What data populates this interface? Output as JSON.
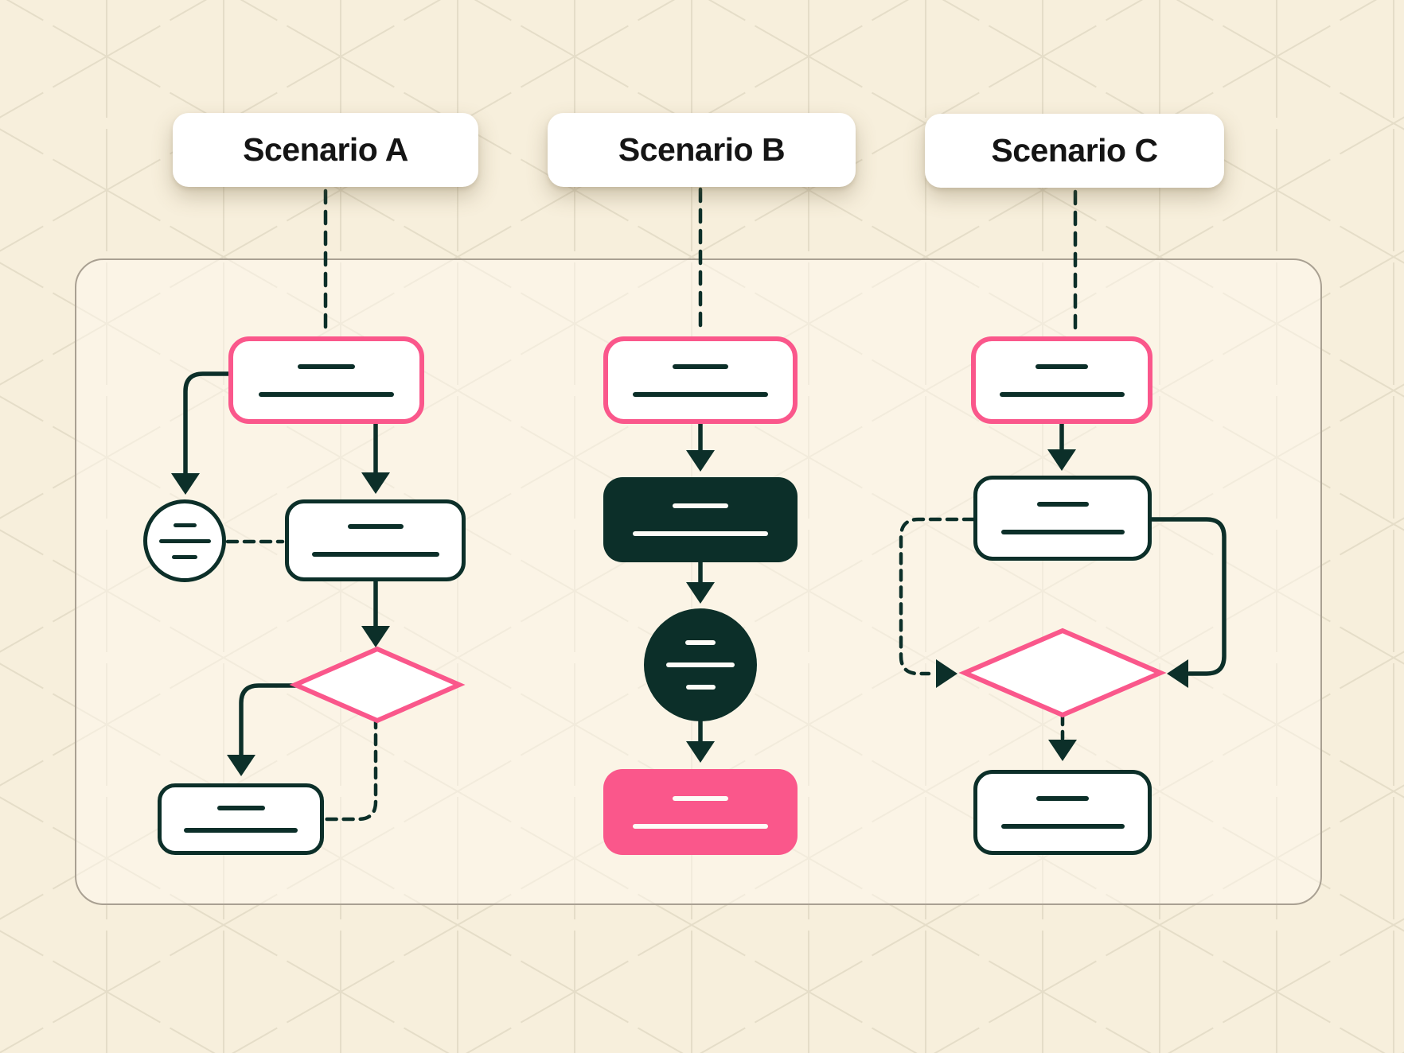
{
  "title": "Flowchart scenarios illustration",
  "scenarios": [
    {
      "label": "Scenario A",
      "nodes": [
        "start-pink-outline",
        "annotation-circle",
        "process-box",
        "decision-diamond",
        "end-box"
      ]
    },
    {
      "label": "Scenario B",
      "nodes": [
        "start-pink-outline",
        "process-dark-box",
        "annotation-dark-circle",
        "end-pink-box"
      ]
    },
    {
      "label": "Scenario C",
      "nodes": [
        "start-pink-outline",
        "process-box",
        "decision-diamond",
        "end-box"
      ]
    }
  ],
  "colors": {
    "background": "#f7efdc",
    "pattern_line": "#e5ddc8",
    "container_border": "#a9a092",
    "ink": "#0c2f29",
    "accent_pink": "#fa578b",
    "shape_fill": "#ffffff",
    "label_text": "#151515"
  }
}
